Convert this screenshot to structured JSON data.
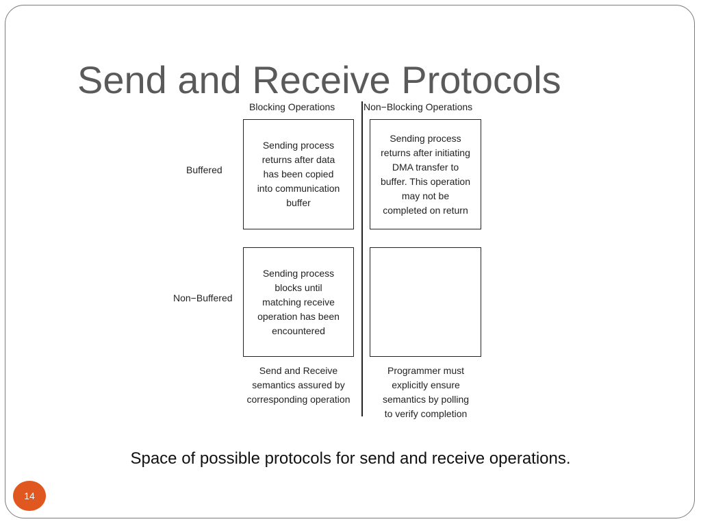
{
  "slide": {
    "title": "Send and Receive Protocols",
    "caption": "Space of possible protocols for send and receive operations.",
    "page_number": "14",
    "accent_color": "#e0571f"
  },
  "diagram": {
    "columns": [
      "Blocking Operations",
      "Non−Blocking Operations"
    ],
    "rows": [
      "Buffered",
      "Non−Buffered"
    ],
    "cells": {
      "buffered_blocking": "Sending process\nreturns after data\nhas been copied\ninto communication\nbuffer",
      "buffered_nonblocking": "Sending process\nreturns after initiating\nDMA transfer to\nbuffer. This operation\nmay not be\ncompleted on return",
      "nonbuffered_blocking": "Sending process\nblocks until\nmatching receive\noperation has been\nencountered",
      "nonbuffered_nonblocking": ""
    },
    "footnotes": {
      "blocking": "Send and Receive\nsemantics assured by\ncorresponding operation",
      "nonblocking": "Programmer must\nexplicitly ensure\nsemantics by polling\nto verify completion"
    }
  }
}
